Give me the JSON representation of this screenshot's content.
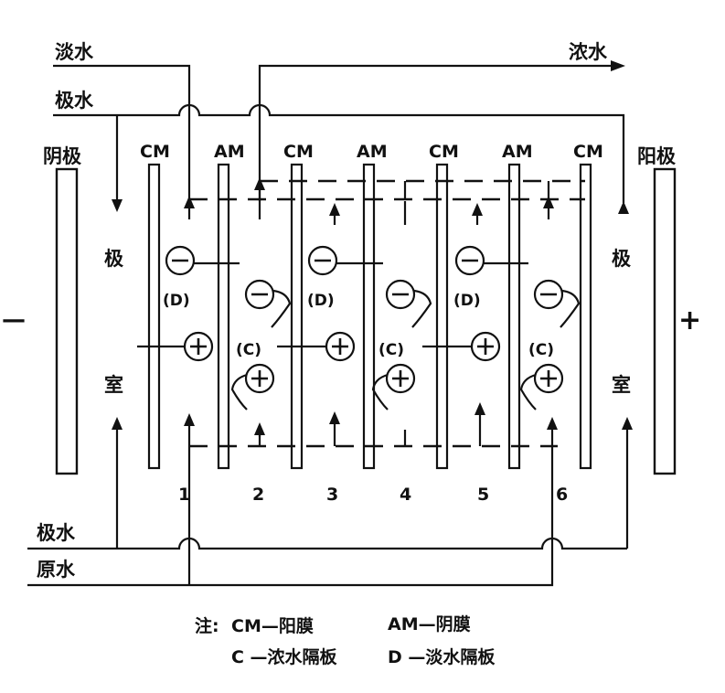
{
  "flows": {
    "dilute_out": "淡水",
    "concentrate_out": "浓水",
    "electrode_water_top": "极水",
    "electrode_water_bottom": "极水",
    "raw_water": "原水"
  },
  "electrodes": {
    "left_label": "阴极",
    "right_label": "阳极",
    "left_sign": "—",
    "right_sign": "+"
  },
  "membranes": [
    "CM",
    "AM",
    "CM",
    "AM",
    "CM",
    "AM",
    "CM"
  ],
  "chambers": [
    "1",
    "2",
    "3",
    "4",
    "5",
    "6"
  ],
  "electrode_chamber": {
    "top_char": "极",
    "bottom_char": "室"
  },
  "compartment_labels": {
    "dilute": "(D)",
    "concentrate": "(C)"
  },
  "ions": {
    "anion_symbol": "minus",
    "cation_symbol": "plus"
  },
  "notes": {
    "line1_prefix": "注:",
    "line1_cm": "CM—阳膜",
    "line1_am": "AM—阴膜",
    "line2_c": "C —浓水隔板",
    "line2_d": "D —淡水隔板"
  }
}
